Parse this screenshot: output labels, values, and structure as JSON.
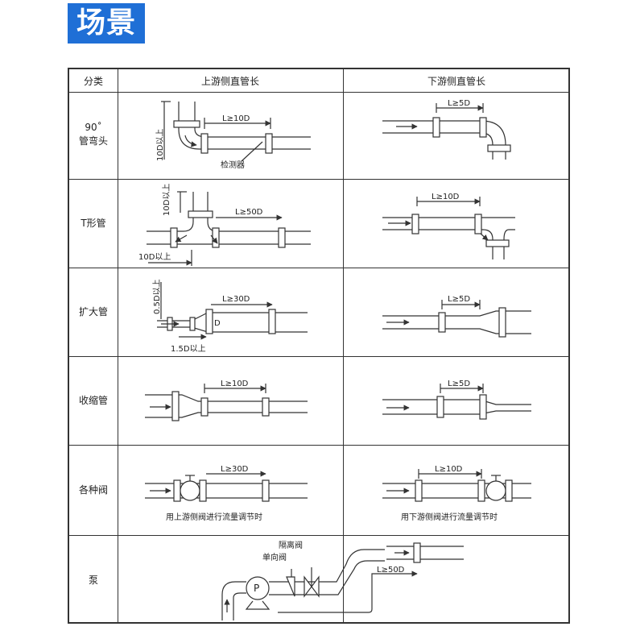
{
  "title": "场景",
  "headers": {
    "category": "分类",
    "upstream": "上游侧直管长",
    "downstream": "下游侧直管长"
  },
  "rows": [
    {
      "category_line1": "90˚",
      "category_line2": "管弯头",
      "upstream": {
        "length": "L≥10D",
        "vertical_label": "10D以上",
        "detector": "检测器"
      },
      "downstream": {
        "length": "L≥5D"
      }
    },
    {
      "category_line1": "T形管",
      "category_line2": "",
      "upstream": {
        "length": "L≥50D",
        "vertical_label": "10D以上",
        "bottom_label": "10D以上"
      },
      "downstream": {
        "length": "L≥10D"
      }
    },
    {
      "category_line1": "扩大管",
      "category_line2": "",
      "upstream": {
        "length": "L≥30D",
        "vertical_label": "0.5D以上",
        "diameter": "D",
        "bottom_label": "1.5D以上"
      },
      "downstream": {
        "length": "L≥5D"
      }
    },
    {
      "category_line1": "收缩管",
      "category_line2": "",
      "upstream": {
        "length": "L≥10D"
      },
      "downstream": {
        "length": "L≥5D"
      }
    },
    {
      "category_line1": "各种阀",
      "category_line2": "",
      "upstream": {
        "length": "L≥30D",
        "caption": "用上游侧阀进行流量调节时"
      },
      "downstream": {
        "length": "L≥10D",
        "caption": "用下游侧阀进行流量调节时"
      }
    },
    {
      "category_line1": "泵",
      "category_line2": "",
      "pump": {
        "pump_letter": "P",
        "check_valve": "单向阀",
        "isolation_valve": "隔离阀",
        "length": "L≥50D"
      }
    }
  ]
}
